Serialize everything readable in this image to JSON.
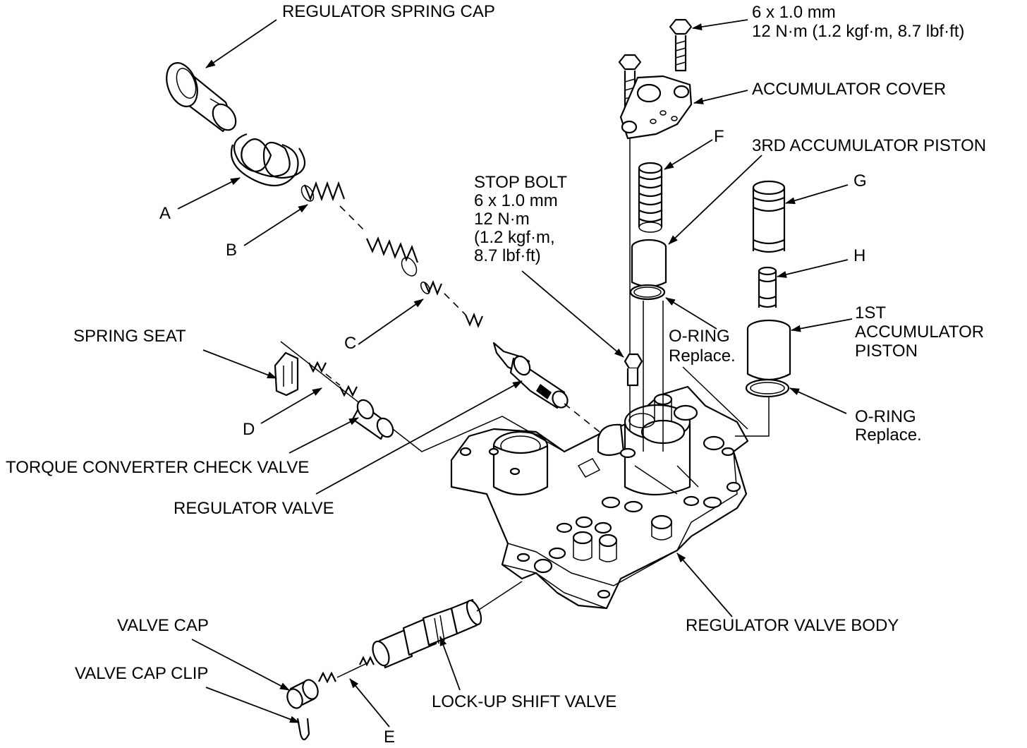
{
  "labels": {
    "regulator_spring_cap": "REGULATOR SPRING CAP",
    "bolt_spec_line1": "6 x 1.0 mm",
    "bolt_spec_line2": "12 N·m (1.2 kgf·m, 8.7 lbf·ft)",
    "accumulator_cover": "ACCUMULATOR COVER",
    "label_f": "F",
    "third_accumulator_piston": "3RD ACCUMULATOR PISTON",
    "stop_bolt": "STOP BOLT",
    "stop_bolt_spec1": "6 x 1.0 mm",
    "stop_bolt_spec2": "12 N·m",
    "stop_bolt_spec3": "(1.2 kgf·m,",
    "stop_bolt_spec4": "8.7 lbf·ft)",
    "label_g": "G",
    "label_h": "H",
    "first_acc_line1": "1ST",
    "first_acc_line2": "ACCUMULATOR",
    "first_acc_line3": "PISTON",
    "oring1_line1": "O-RING",
    "oring1_line2": "Replace.",
    "oring2_line1": "O-RING",
    "oring2_line2": "Replace.",
    "label_a": "A",
    "label_b": "B",
    "label_c": "C",
    "label_d": "D",
    "label_e": "E",
    "spring_seat": "SPRING SEAT",
    "torque_converter_check_valve": "TORQUE CONVERTER CHECK VALVE",
    "regulator_valve": "REGULATOR VALVE",
    "regulator_valve_body": "REGULATOR VALVE BODY",
    "valve_cap": "VALVE CAP",
    "valve_cap_clip": "VALVE CAP CLIP",
    "lock_up_shift_valve": "LOCK-UP SHIFT VALVE"
  }
}
